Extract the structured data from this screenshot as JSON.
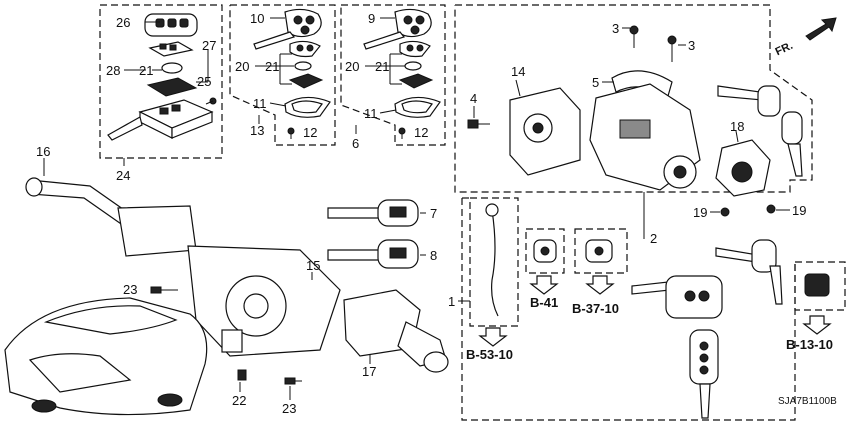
{
  "diagram": {
    "drawing_code": "SJA7B1100B",
    "direction_mark": "FR.",
    "callouts": {
      "p1": "1",
      "p2": "2",
      "p3a": "3",
      "p3b": "3",
      "p4": "4",
      "p5": "5",
      "p6": "6",
      "p7": "7",
      "p8": "8",
      "p9": "9",
      "p10": "10",
      "p11a": "11",
      "p11b": "11",
      "p12a": "12",
      "p12b": "12",
      "p13": "13",
      "p14": "14",
      "p15": "15",
      "p16": "16",
      "p17": "17",
      "p18": "18",
      "p19a": "19",
      "p19b": "19",
      "p20a": "20",
      "p20b": "20",
      "p21a": "21",
      "p21b": "21",
      "p21c": "21",
      "p22": "22",
      "p23a": "23",
      "p23b": "23",
      "p24": "24",
      "p25": "25",
      "p26": "26",
      "p27": "27",
      "p28": "28"
    },
    "references": {
      "b41": "B-41",
      "b3710": "B-37-10",
      "b5310": "B-53-10",
      "b1310": "B-13-10"
    }
  }
}
